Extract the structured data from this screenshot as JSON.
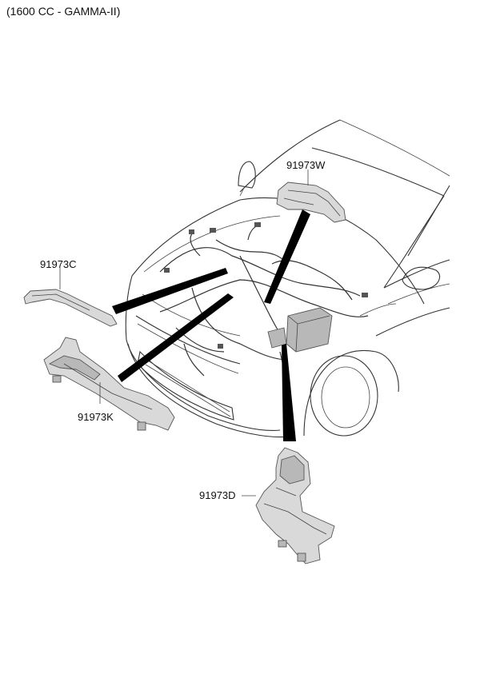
{
  "header": {
    "engine_label": "(1600 CC - GAMMA-II)"
  },
  "parts": [
    {
      "id": "w",
      "number": "91973W"
    },
    {
      "id": "c",
      "number": "91973C"
    },
    {
      "id": "k",
      "number": "91973K"
    },
    {
      "id": "d",
      "number": "91973D"
    }
  ]
}
